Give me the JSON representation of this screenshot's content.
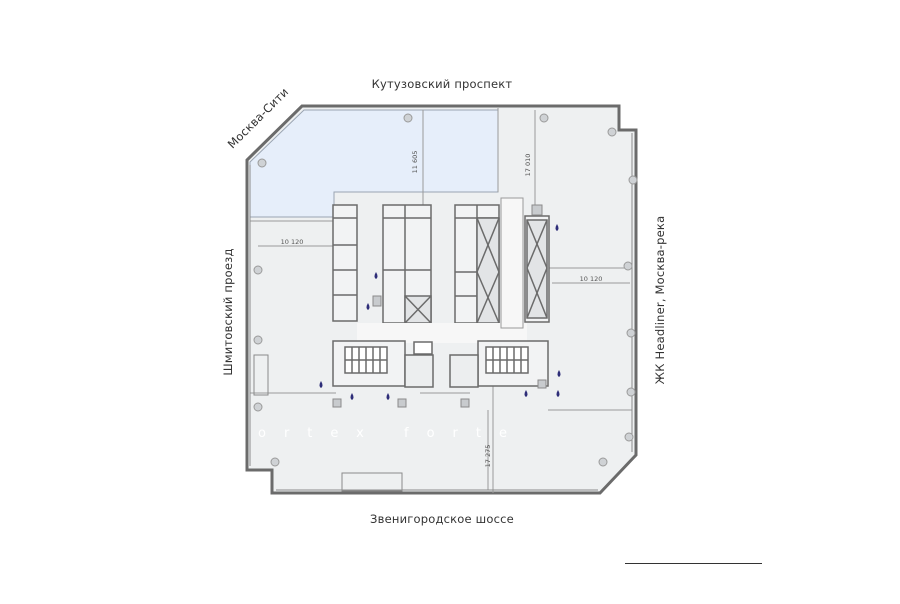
{
  "streets": {
    "top": "Кутузовский проспект",
    "bottom": "Звенигородское шоссе",
    "left": "Шмитовский проезд",
    "right": "ЖК Headliner, Москва-река",
    "corner": "Москва-Сити"
  },
  "dimensions": {
    "top_left": "11 605",
    "top_right": "17 010",
    "left": "10 120",
    "right": "10 120",
    "bottom": "17 275"
  },
  "watermark": "ortex forte",
  "colors": {
    "highlight_zone": "#e6eefa",
    "floor_fill": "#eef0f1",
    "wall": "#6b6b6b",
    "water_icon": "#2d2d78"
  }
}
